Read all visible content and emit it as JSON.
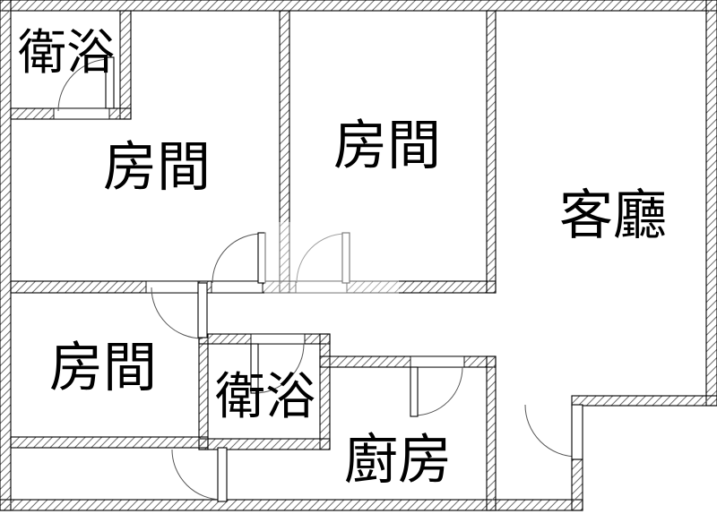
{
  "plan": {
    "type": "apartment-floor-plan",
    "rooms": [
      {
        "id": "bathroom-top-left",
        "label": "衛浴"
      },
      {
        "id": "bedroom-top-left",
        "label": "房間"
      },
      {
        "id": "bedroom-top-middle",
        "label": "房間"
      },
      {
        "id": "living-room",
        "label": "客廳"
      },
      {
        "id": "bedroom-bottom-left",
        "label": "房間"
      },
      {
        "id": "bathroom-middle",
        "label": "衛浴"
      },
      {
        "id": "kitchen",
        "label": "廚房"
      }
    ],
    "door_count": 8,
    "colors": {
      "background": "#ffffff",
      "wall_hatch": "#6a6a6a",
      "wall_outline": "#000000",
      "door_arc": "#555555",
      "text": "#000000"
    }
  }
}
